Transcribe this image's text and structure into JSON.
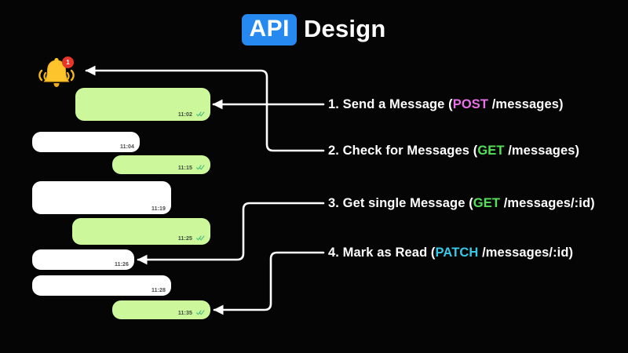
{
  "title": {
    "badge": "API",
    "word": "Design"
  },
  "notification": {
    "icon": "bell-icon",
    "count": "1"
  },
  "chat": {
    "messages": [
      {
        "id": "msg-1102",
        "direction": "outgoing",
        "time": "11:02",
        "ticks": "double-check-read"
      },
      {
        "id": "msg-1104",
        "direction": "incoming",
        "time": "11:04",
        "ticks": ""
      },
      {
        "id": "msg-1115",
        "direction": "outgoing",
        "time": "11:15",
        "ticks": "double-check-read"
      },
      {
        "id": "msg-1119",
        "direction": "incoming",
        "time": "11:19",
        "ticks": ""
      },
      {
        "id": "msg-1125",
        "direction": "outgoing",
        "time": "11:25",
        "ticks": "double-check-read"
      },
      {
        "id": "msg-1126",
        "direction": "incoming",
        "time": "11:26",
        "ticks": ""
      },
      {
        "id": "msg-1128",
        "direction": "incoming",
        "time": "11:28",
        "ticks": ""
      },
      {
        "id": "msg-1135",
        "direction": "outgoing",
        "time": "11:35",
        "ticks": "double-check-read"
      }
    ]
  },
  "annotations": [
    {
      "number": "1.",
      "label": "Send a Message (",
      "method": "POST",
      "path": " /messages)",
      "method_color": "#e972e9"
    },
    {
      "number": "2.",
      "label": "Check for Messages (",
      "method": "GET",
      "path": " /messages)",
      "method_color": "#55e05a"
    },
    {
      "number": "3.",
      "label": "Get single Message (",
      "method": "GET",
      "path": " /messages/:id)",
      "method_color": "#55e05a"
    },
    {
      "number": "4.",
      "label": "Mark as Read (",
      "method": "PATCH",
      "path": " /messages/:id)",
      "method_color": "#36c9e8"
    }
  ],
  "colors": {
    "background": "#050505",
    "bubble_outgoing": "#ccf79b",
    "bubble_incoming": "#ffffff",
    "brand_blue": "#2689f0",
    "badge_red": "#e8352a",
    "connector": "#ffffff"
  }
}
